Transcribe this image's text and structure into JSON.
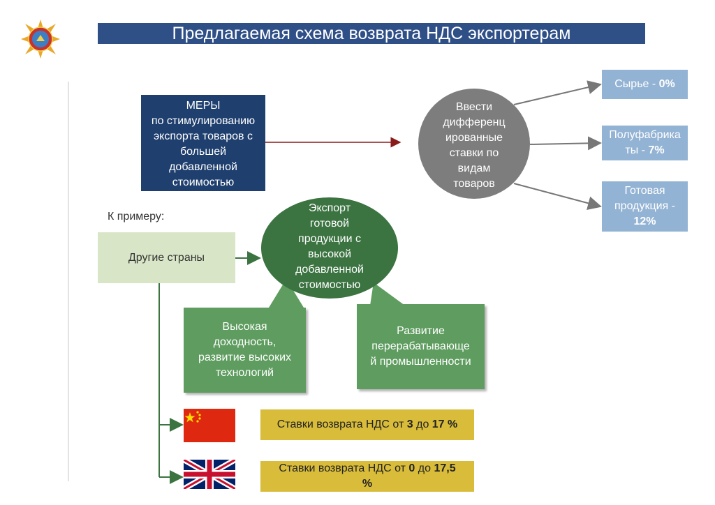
{
  "title": "Предлагаемая схема возврата НДС экспортерам",
  "measures_box": [
    "МЕРЫ",
    "по стимулированию",
    "экспорта товаров с",
    "большей",
    "добавленной",
    "стоимостью"
  ],
  "differentiated_circle": [
    "Ввести",
    "дифференц",
    "ированные",
    "ставки по",
    "видам",
    "товаров"
  ],
  "rate_boxes": [
    {
      "label": "Сырье - ",
      "value": "0%"
    },
    {
      "label_lines": [
        "Полуфабрика",
        "ты - "
      ],
      "value": "7%"
    },
    {
      "label_lines": [
        "Готовая",
        "продукция -"
      ],
      "value": "12%"
    }
  ],
  "example_label": "К примеру:",
  "other_countries": "Другие страны",
  "export_circle": [
    "Экспорт",
    "готовой",
    "продукции с",
    "высокой",
    "добавленной",
    "стоимостью"
  ],
  "callout_left": [
    "Высокая",
    "доходность,",
    "развитие высоких",
    "технологий"
  ],
  "callout_right": [
    "Развитие",
    "перерабатывающе",
    "й промышленности"
  ],
  "china_rate": {
    "prefix": "Ставки возврата НДС от ",
    "from": "3",
    "mid": " до ",
    "to": "17 %"
  },
  "uk_rate": {
    "prefix": "Ставки возврата НДС от ",
    "from": "0",
    "mid": " до ",
    "to": "17,5",
    "suffix": "%"
  },
  "colors": {
    "title_bg": "#2f4f87",
    "measures_bg": "#1f3f6e",
    "grey_circle": "#7d7d7d",
    "rate_bg": "#93b3d4",
    "light_green": "#d8e6c7",
    "dark_green": "#3b7341",
    "green": "#5e9c5f",
    "yellow": "#d8bc3a"
  }
}
